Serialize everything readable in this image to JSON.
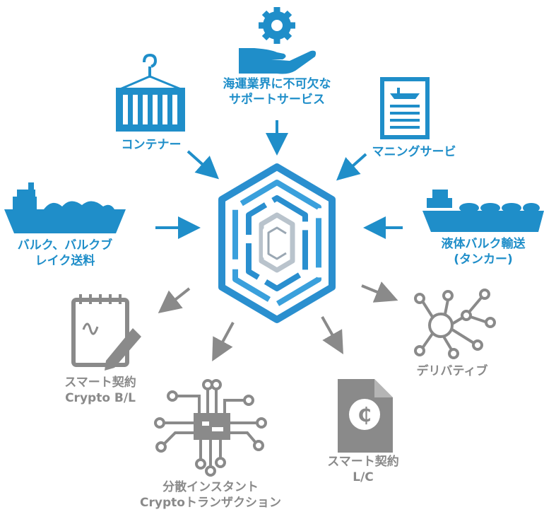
{
  "colors": {
    "inputs": "#1f8ec9",
    "outputs": "#8a8a8a",
    "hub": "#2a8fcf"
  },
  "inputs": {
    "services": {
      "line1": "海運業界に不可欠な",
      "line2": "サポートサービス",
      "icon": "hand-gear-icon"
    },
    "container": {
      "line1": "コンテナー",
      "icon": "shipping-container-icon"
    },
    "manning": {
      "line1": "マニングサービ",
      "icon": "document-ship-icon"
    },
    "bulk": {
      "line1": "バルク、バルクブ",
      "line2": "レイク送料",
      "icon": "bulk-carrier-ship-icon"
    },
    "tanker": {
      "line1": "液体バルク輸送",
      "line2": "(タンカー)",
      "icon": "tanker-ship-icon"
    }
  },
  "outputs": {
    "smart_bl": {
      "line1": "スマート契約",
      "line2": "Crypto B/L",
      "icon": "contract-pen-icon"
    },
    "instant": {
      "line1": "分散インスタント",
      "line2": "Cryptoトランザクション",
      "icon": "circuit-chip-icon"
    },
    "smart_lc": {
      "line1": "スマート契約",
      "line2": "L/C",
      "icon": "crypto-coin-document-icon"
    },
    "derivative": {
      "line1": "デリバティブ",
      "icon": "network-nodes-icon"
    }
  }
}
